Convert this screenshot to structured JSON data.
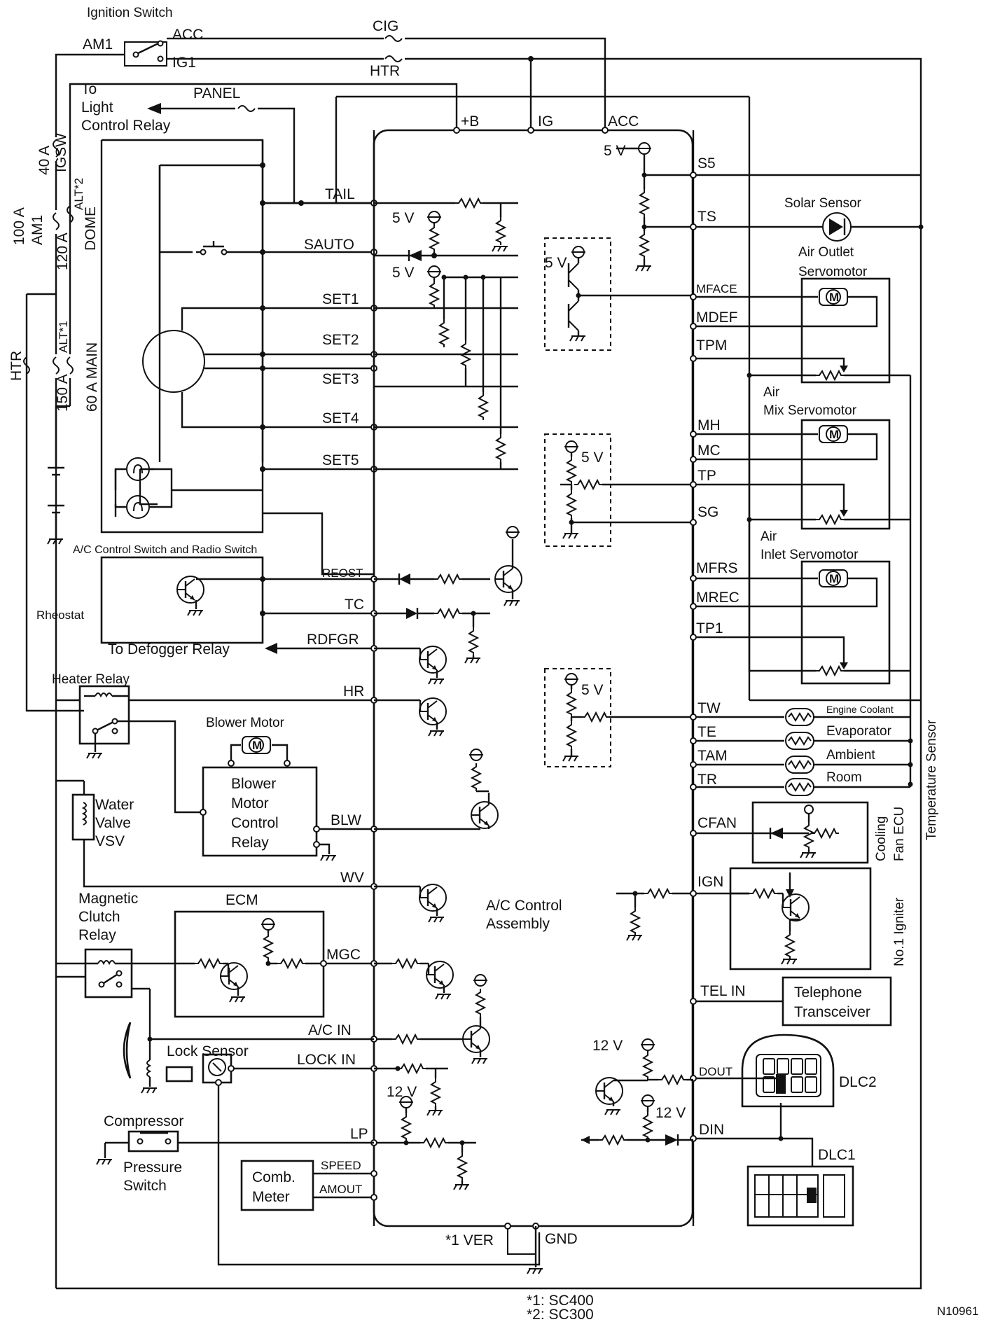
{
  "labels": {
    "ignition_switch": "Ignition Switch",
    "am1": "AM1",
    "acc": "ACC",
    "ig1": "IG1",
    "cig": "CIG",
    "htr": "HTR",
    "to": "To",
    "light": "Light",
    "control_relay": "Control Relay",
    "panel": "PANEL",
    "plus_b": "+B",
    "ig": "IG",
    "acc_pin": "ACC",
    "fuse_40a": "40 A",
    "fuse_igsw": "IGSW",
    "fuse_alt2": "ALT*2",
    "fuse_100a": "100 A",
    "fuse_am1": "AM1",
    "fuse_120a": "120 A",
    "fuse_dome": "DOME",
    "fuse_htr": "HTR",
    "fuse_150a": "150 A",
    "fuse_alt1": "ALT*1",
    "fuse_60a_main": "60 A MAIN",
    "tail": "TAIL",
    "sauto": "SAUTO",
    "set1": "SET1",
    "set2": "SET2",
    "set3": "SET3",
    "set4": "SET4",
    "set5": "SET5",
    "five_v": "5 V",
    "twelve_v": "12 V",
    "s5": "S5",
    "ts": "TS",
    "solar_sensor": "Solar Sensor",
    "air_outlet_1": "Air Outlet",
    "air_outlet_2": "Servomotor",
    "mface": "MFACE",
    "mdef": "MDEF",
    "tpm": "TPM",
    "air_mix_1": "Air",
    "air_mix_2": "Mix Servomotor",
    "mh": "MH",
    "mc": "MC",
    "tp": "TP",
    "sg": "SG",
    "air_inlet_1": "Air",
    "air_inlet_2": "Inlet Servomotor",
    "mfrs": "MFRS",
    "mrec": "MREC",
    "tp1": "TP1",
    "ac_control_switch": "A/C Control Switch and Radio Switch",
    "reost": "REOST",
    "rheostat": "Rheostat",
    "tc": "TC",
    "to_defogger": "To Defogger Relay",
    "rdfgr": "RDFGR",
    "heater_relay": "Heater Relay",
    "hr": "HR",
    "blower_motor": "Blower Motor",
    "bmcr_1": "Blower",
    "bmcr_2": "Motor",
    "bmcr_3": "Control",
    "bmcr_4": "Relay",
    "blw": "BLW",
    "water_1": "Water",
    "water_2": "Valve",
    "water_3": "VSV",
    "wv": "WV",
    "tw": "TW",
    "te": "TE",
    "tam": "TAM",
    "tr": "TR",
    "engine_coolant": "Engine Coolant",
    "evaporator": "Evaporator",
    "ambient": "Ambient",
    "room": "Room",
    "temperature_sensor": "Temperature Sensor",
    "cfan": "CFAN",
    "cooling_1": "Cooling",
    "cooling_2": "Fan ECU",
    "ign": "IGN",
    "no1_igniter": "No.1 Igniter",
    "mag_1": "Magnetic",
    "mag_2": "Clutch",
    "mag_3": "Relay",
    "ecm": "ECM",
    "mgc": "MGC",
    "ac_control_1": "A/C Control",
    "ac_control_2": "Assembly",
    "tel_in": "TEL IN",
    "telephone_1": "Telephone",
    "telephone_2": "Transceiver",
    "ac_in": "A/C IN",
    "lock_sensor": "Lock Sensor",
    "lock_in": "LOCK IN",
    "dout": "DOUT",
    "dlc2": "DLC2",
    "din": "DIN",
    "dlc1": "DLC1",
    "compressor": "Compressor",
    "lp": "LP",
    "pressure_1": "Pressure",
    "pressure_2": "Switch",
    "comb_1": "Comb.",
    "comb_2": "Meter",
    "speed": "SPEED",
    "amout": "AMOUT",
    "ver": "*1  VER",
    "gnd": "GND",
    "note1": "*1:  SC400",
    "note2": "*2:  SC300",
    "figure_id": "N10961"
  }
}
